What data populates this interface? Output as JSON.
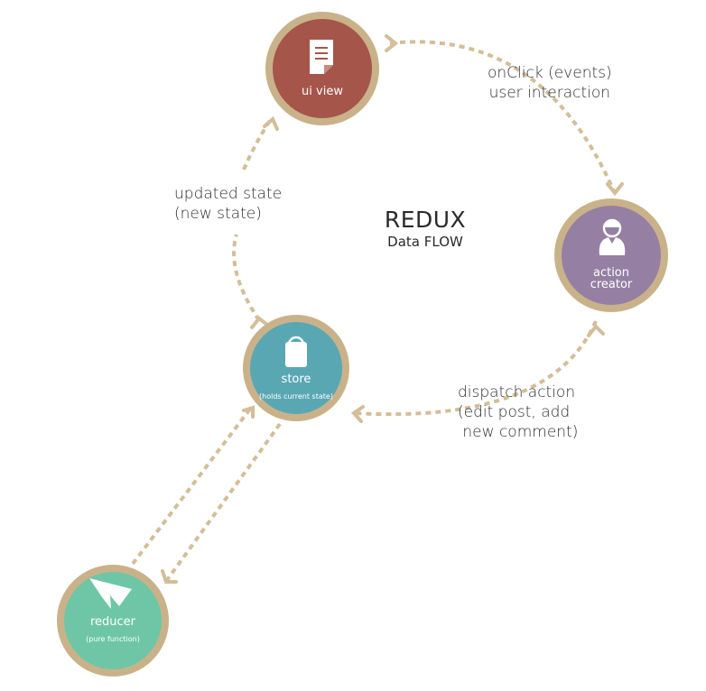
{
  "title": {
    "main": "REDUX",
    "sub": "Data FLOW"
  },
  "colors": {
    "ring": "#c9b28a",
    "arrow": "#d3be98",
    "ui_view": "#a5554a",
    "action_creator": "#9580a4",
    "store": "#5aa7b4",
    "reducer": "#6ec6a7",
    "text": "#2f2f2f"
  },
  "nodes": {
    "ui_view": {
      "name": "ui view",
      "desc": "",
      "icon": "document-icon"
    },
    "action_creator": {
      "name": "action\ncreator",
      "desc": "",
      "icon": "user-icon"
    },
    "store": {
      "name": "store",
      "desc": "(holds current state)",
      "icon": "shopping-bag-icon"
    },
    "reducer": {
      "name": "reducer",
      "desc": "(pure function)",
      "icon": "paper-plane-icon"
    }
  },
  "edges": {
    "ui_to_action": "onClick (events)\nuser interaction",
    "action_to_store": "dispatch action\n(edit post, add\n new comment)",
    "store_to_ui": "updated state\n(new state)"
  }
}
